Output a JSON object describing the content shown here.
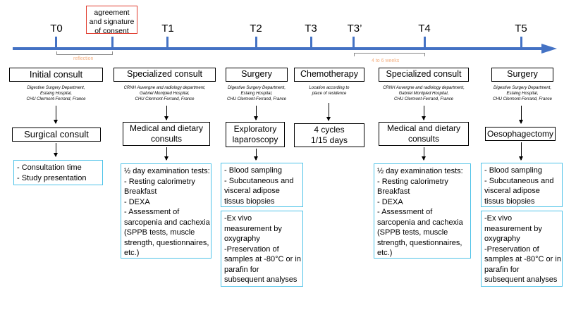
{
  "timepoints": [
    "T0",
    "T1",
    "T2",
    "T3",
    "T3’",
    "T4",
    "T5"
  ],
  "consent": "agreement and signature of consent",
  "reflection": "reflection",
  "weeks": "4 to 6 weeks",
  "columns": [
    {
      "header": "Initial consult",
      "location": [
        "Digestive Surgery Department,",
        "Estaing Hospital,",
        "CHU Clermont-Ferrand, France"
      ],
      "step": "Surgical consult",
      "details": [
        "- Consultation time",
        "- Study presentation"
      ]
    },
    {
      "header": "Specialized consult",
      "location": [
        "CRNH Auvergne and radiology department,",
        "Gabriel Montpied Hospital,",
        "CHU  Clermont-Ferrand, France"
      ],
      "step": "Medical and dietary consults",
      "details": [
        "½ day examination tests:",
        "- Resting calorimetry",
        "Breakfast",
        "- DEXA",
        "- Assessment of",
        "sarcopenia and cachexia",
        "(SPPB tests, muscle",
        "strength, questionnaires,",
        "etc.)"
      ]
    },
    {
      "header": "Surgery",
      "location": [
        "Digestive Surgery Department,",
        "Estaing Hospital,",
        "CHU Clermont-Ferrand, France"
      ],
      "step": "Exploratory laparoscopy",
      "details": [
        "- Blood sampling",
        "- Subcutaneous and",
        "visceral adipose",
        "tissus biopsies"
      ],
      "details2": [
        "-Ex vivo",
        "measurement by",
        "oxygraphy",
        "-Preservation of",
        "samples at -80°C or in",
        "parafin for",
        "subsequent analyses"
      ]
    },
    {
      "header": "Chemotherapy",
      "location": [
        "Location according to",
        "place of residence"
      ],
      "step": "4 cycles 1/15 days"
    },
    {
      "header": "Specialized consult",
      "location": [
        "CRNH Auvergne and radiology department,",
        "Gabriel Montpied Hospital,",
        "CHU  Clermont-Ferrand, France"
      ],
      "step": "Medical and dietary consults",
      "details": [
        "½ day examination tests:",
        "- Resting calorimetry",
        "Breakfast",
        "- DEXA",
        "- Assessment of",
        "sarcopenia and cachexia",
        "(SPPB tests, muscle",
        "strength, questionnaires,",
        "etc.)"
      ]
    },
    {
      "header": "Surgery",
      "location": [
        "Digestive Surgery Department,",
        "Estaing Hospital,",
        "CHU Clermont-Ferrand, France"
      ],
      "step": "Oesophagectomy",
      "details": [
        "- Blood sampling",
        "- Subcutaneous and",
        "visceral adipose",
        "tissus biopsies"
      ],
      "details2": [
        "-Ex vivo",
        "measurement by",
        "oxygraphy",
        "-Preservation of",
        "samples at -80°C or in",
        "parafin for",
        "subsequent analyses"
      ]
    }
  ]
}
